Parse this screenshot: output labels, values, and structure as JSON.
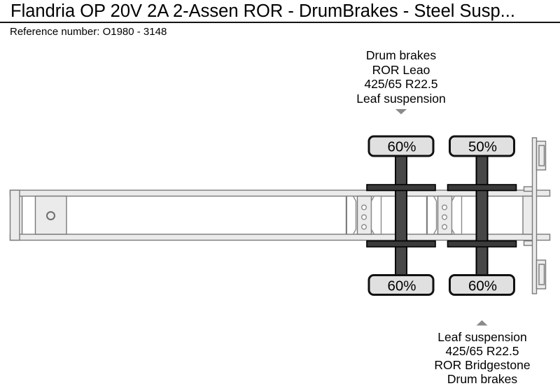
{
  "header": {
    "title": "Flandria OP 20V 2A 2-Assen ROR - DrumBrakes - Steel Susp...",
    "reference": "Reference number: O1980 - 3148"
  },
  "diagram": {
    "type": "trailer-top-view-tyre-condition",
    "front_axle": {
      "annotation_lines": [
        "Drum brakes",
        "ROR Leao",
        "425/65 R22.5",
        "Leaf suspension"
      ],
      "top_tire_percent": "60%",
      "bottom_tire_percent": "60%"
    },
    "rear_axle": {
      "annotation_lines": [
        "Leaf suspension",
        "425/65 R22.5",
        "ROR Bridgestone",
        "Drum brakes"
      ],
      "top_tire_percent": "50%",
      "bottom_tire_percent": "60%"
    },
    "colors": {
      "tire_fill": "#e0e0e0",
      "tire_stroke": "#111111",
      "axle_fill": "#474747",
      "mount_fill": "#3a3a3a",
      "pointer_fill": "#8a8a8a"
    }
  }
}
